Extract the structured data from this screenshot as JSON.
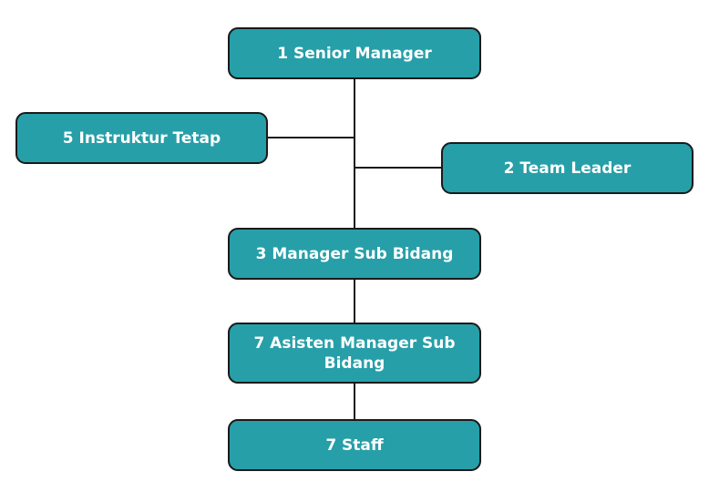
{
  "org_chart": {
    "nodes": {
      "senior_manager": "1 Senior Manager",
      "instruktur_tetap": "5 Instruktur Tetap",
      "team_leader": "2 Team Leader",
      "manager_sub_bidang": "3 Manager Sub Bidang",
      "asisten_manager_sub_bidang": "7 Asisten Manager Sub Bidang",
      "staff": "7 Staff"
    },
    "colors": {
      "node_fill": "#279fa8",
      "node_border": "#1a1a1a",
      "node_text": "#ffffff",
      "connector": "#1a1a1a"
    }
  }
}
